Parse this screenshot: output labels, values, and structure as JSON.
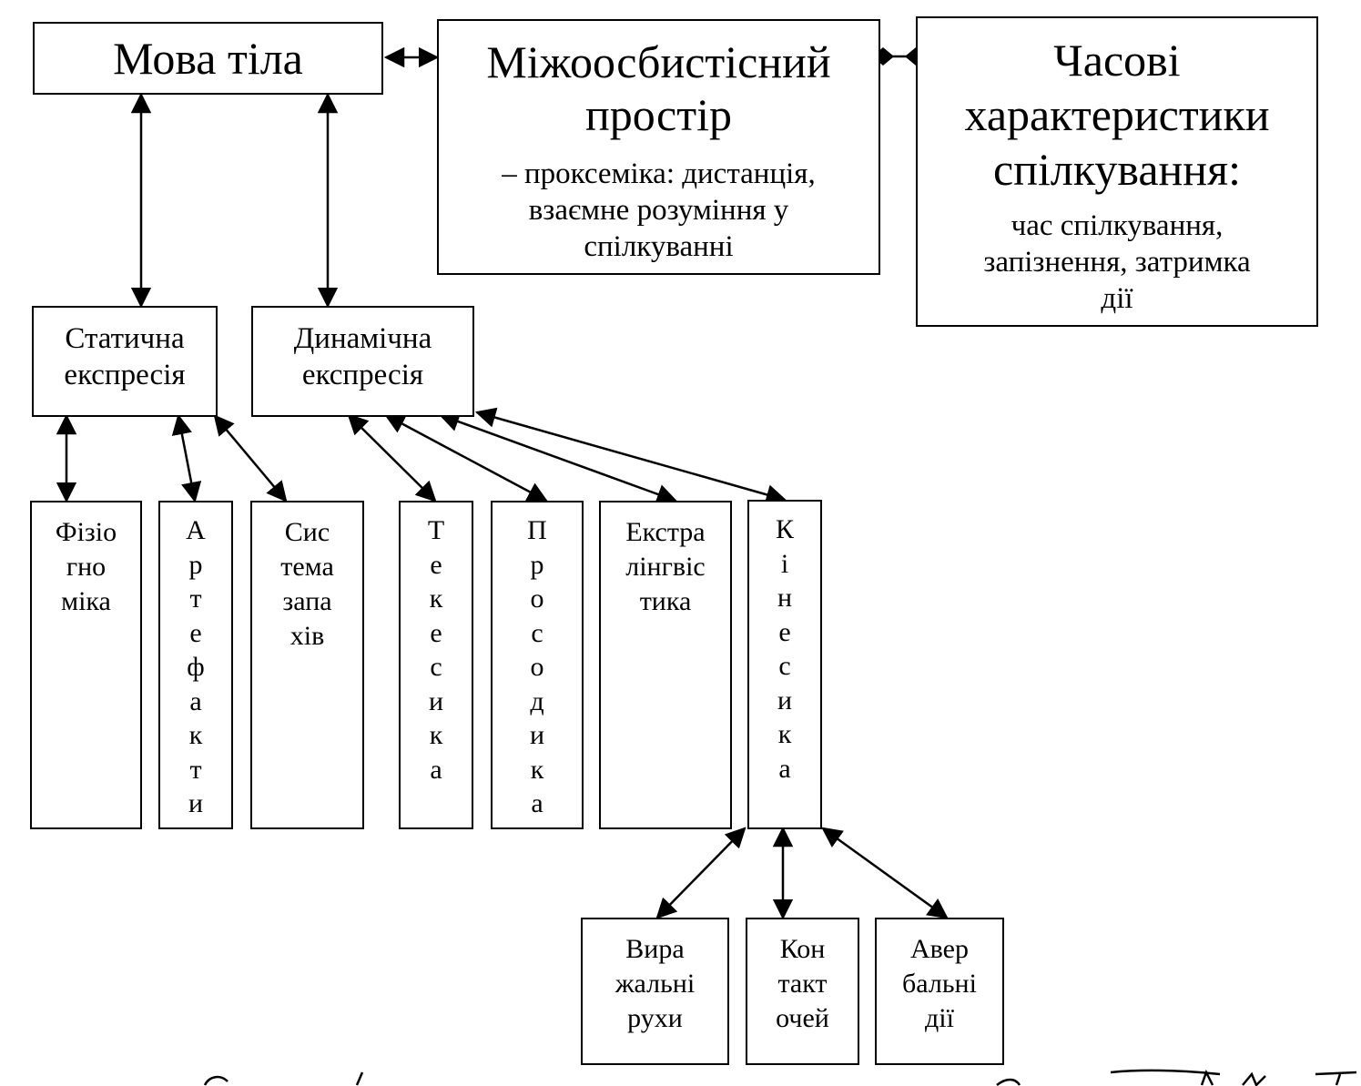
{
  "diagram": {
    "mova_tila": "Мова тіла",
    "mizhoosob_title": "Міжоосбистісний\nпростір",
    "mizhoosob_desc": "– проксеміка: дистанція,\nвзаємне розуміння у\nспілкуванні",
    "chasovi_title": "Часові\nхарактеристики\nспілкування:",
    "chasovi_desc": "час спілкування,\nзапізнення, затримка\nдії",
    "statychna": "Статична\nекспресія",
    "dynamichna": "Динамічна\nекспресія",
    "fizio": "Фізіо\nгно\nміка",
    "artefakty": "А\nр\nт\nе\nф\nа\nк\nт\nи",
    "systema": "Сис\nтема\nзапа\nхів",
    "tekesyka": "Т\nе\nк\nе\nс\nи\nк\nа",
    "prosodyka": "П\nр\nо\nс\nо\nд\nи\nк\nа",
    "ekstra": "Екстра\nлінгвіс\nтика",
    "kinesyka": "К\nі\nн\nе\nс\nи\nк\nа",
    "vyrazhalni": "Вира\nжальні\nрухи",
    "kontakt": "Кон\nтакт\nочей",
    "averbalni": "Авер\nбальні\nдії"
  }
}
